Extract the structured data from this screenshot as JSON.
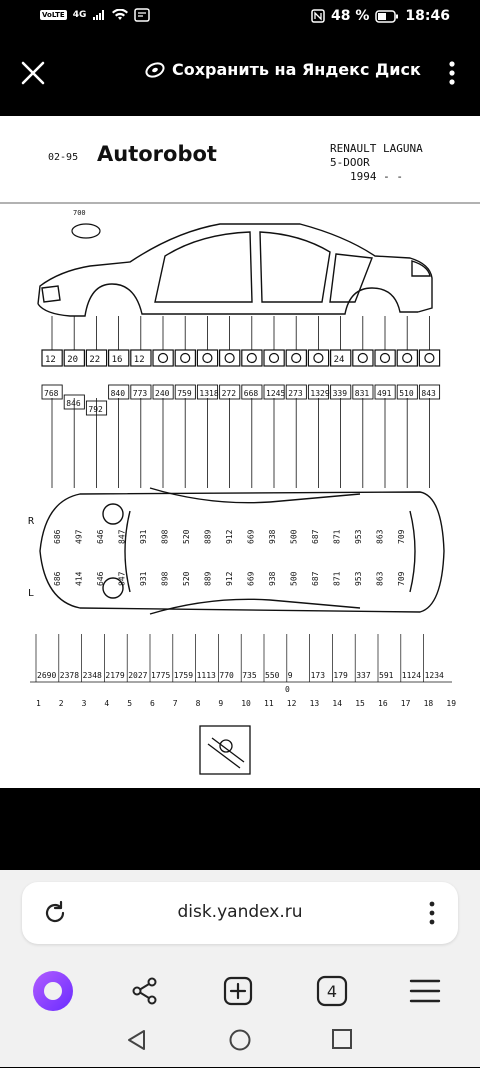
{
  "status_bar": {
    "volte": "VoLTE",
    "network": "4G",
    "battery_percent": "48 %",
    "time": "18:46"
  },
  "top_bar": {
    "save_label": "Сохранить на Яндекс Диск"
  },
  "document": {
    "date": "02-95",
    "brand": "Autorobot",
    "model_line1": "RENAULT LAGUNA",
    "model_line2": "5-DOOR",
    "model_line3": "1994 - -",
    "small_label": "700",
    "fixture_codes": [
      "12",
      "20",
      "22",
      "16",
      "12",
      "",
      "",
      "",
      "",
      "",
      "",
      "",
      "",
      "24",
      "",
      "",
      "",
      ""
    ],
    "side_values_top": [
      "768",
      "846",
      "792",
      "840",
      "773",
      "240",
      "759",
      "1318",
      "272",
      "668",
      "1245",
      "273",
      "1329",
      "339",
      "831",
      "491",
      "510",
      "843"
    ],
    "plan_values_R": [
      "686",
      "497",
      "646",
      "847",
      "931",
      "898",
      "520",
      "889",
      "912",
      "669",
      "938",
      "500",
      "687",
      "871",
      "953",
      "863",
      "709"
    ],
    "plan_values_L": [
      "686",
      "414",
      "646",
      "847",
      "931",
      "898",
      "520",
      "889",
      "912",
      "669",
      "938",
      "500",
      "687",
      "871",
      "953",
      "863",
      "709"
    ],
    "side_R": "R",
    "side_L": "L",
    "bottom_values": [
      "2690",
      "2378",
      "2348",
      "2179",
      "2027",
      "1775",
      "1759",
      "1113",
      "770",
      "735",
      "550",
      "9",
      "173",
      "179",
      "337",
      "591",
      "1124",
      "1234"
    ],
    "zero_label": "0",
    "station_numbers": [
      "1",
      "2",
      "3",
      "4",
      "5",
      "6",
      "7",
      "8",
      "9",
      "10",
      "11",
      "12",
      "13",
      "14",
      "15",
      "16",
      "17",
      "18",
      "19"
    ]
  },
  "browser": {
    "url": "disk.yandex.ru",
    "tabs_count": "4"
  }
}
